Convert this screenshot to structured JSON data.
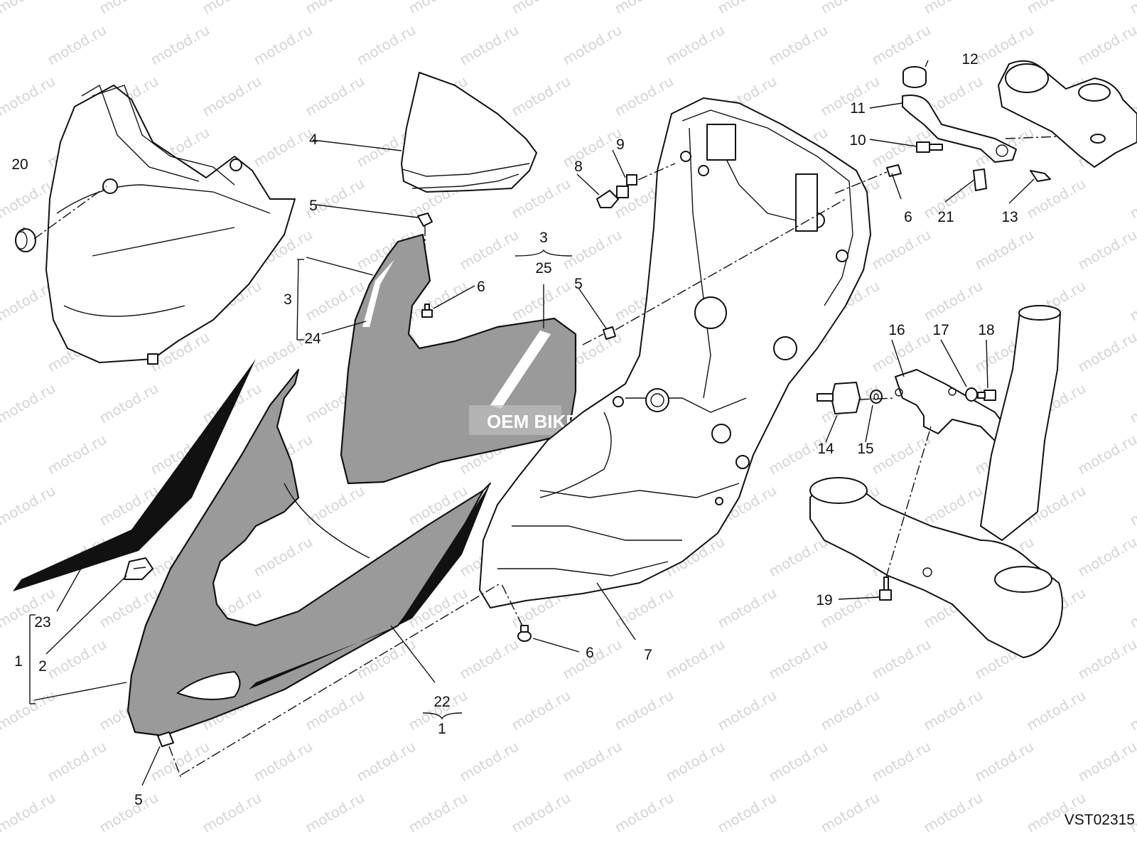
{
  "diagram": {
    "watermark_text": "motod.ru",
    "stamp_text": "OEM BIKE",
    "drawing_code": "VST02315",
    "callouts": {
      "c1": "1",
      "c1b": "1",
      "c2": "2",
      "c3": "3",
      "c3b": "3",
      "c4": "4",
      "c5a": "5",
      "c5b": "5",
      "c5c": "5",
      "c6a": "6",
      "c6b": "6",
      "c6c": "6",
      "c7": "7",
      "c8": "8",
      "c9": "9",
      "c10": "10",
      "c11": "11",
      "c12": "12",
      "c13": "13",
      "c14": "14",
      "c15": "15",
      "c16": "16",
      "c17": "17",
      "c18": "18",
      "c19": "19",
      "c20": "20",
      "c21": "21",
      "c22": "22",
      "c23": "23",
      "c24": "24",
      "c25": "25"
    },
    "colors": {
      "line": "#111111",
      "fairing_grey": "#9a9a9a",
      "stripe": "#111111",
      "watermark": "#d4d4d4"
    }
  }
}
